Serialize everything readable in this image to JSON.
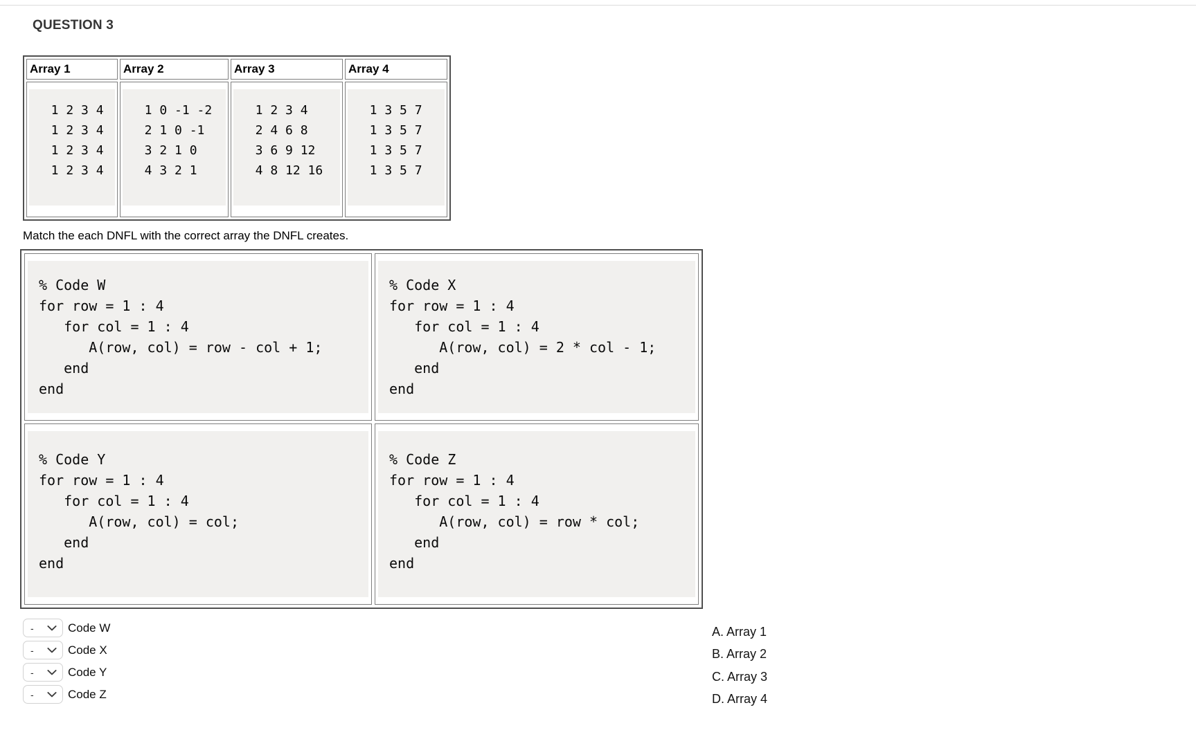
{
  "page": {
    "title": "QUESTION 3",
    "instruction": "Match the each DNFL with the correct array the DNFL creates."
  },
  "arrays": {
    "columns": [
      {
        "label": "Array 1",
        "body": "  1 2 3 4\n  1 2 3 4\n  1 2 3 4\n  1 2 3 4"
      },
      {
        "label": "Array 2",
        "body": "  1 0 -1 -2\n  2 1 0 -1\n  3 2 1 0\n  4 3 2 1"
      },
      {
        "label": "Array 3",
        "body": "  1 2 3 4\n  2 4 6 8\n  3 6 9 12\n  4 8 12 16"
      },
      {
        "label": "Array 4",
        "body": "  1 3 5 7\n  1 3 5 7\n  1 3 5 7\n  1 3 5 7"
      }
    ]
  },
  "codes": [
    {
      "name": "Code W",
      "source": "% Code W\nfor row = 1 : 4\n   for col = 1 : 4\n      A(row, col) = row - col + 1;\n   end\nend"
    },
    {
      "name": "Code X",
      "source": "% Code X\nfor row = 1 : 4\n   for col = 1 : 4\n      A(row, col) = 2 * col - 1;\n   end\nend"
    },
    {
      "name": "Code Y",
      "source": "% Code Y\nfor row = 1 : 4\n   for col = 1 : 4\n      A(row, col) = col;\n   end\nend"
    },
    {
      "name": "Code Z",
      "source": "% Code Z\nfor row = 1 : 4\n   for col = 1 : 4\n      A(row, col) = row * col;\n   end\nend"
    }
  ],
  "matching": {
    "selects": [
      {
        "value": "-",
        "label": "Code W"
      },
      {
        "value": "-",
        "label": "Code X"
      },
      {
        "value": "-",
        "label": "Code Y"
      },
      {
        "value": "-",
        "label": "Code Z"
      }
    ],
    "options": [
      {
        "text": "A. Array 1"
      },
      {
        "text": "B. Array 2"
      },
      {
        "text": "C. Array 3"
      },
      {
        "text": "D. Array 4"
      }
    ]
  },
  "icons": {
    "select_chevron": "chevron-down"
  }
}
